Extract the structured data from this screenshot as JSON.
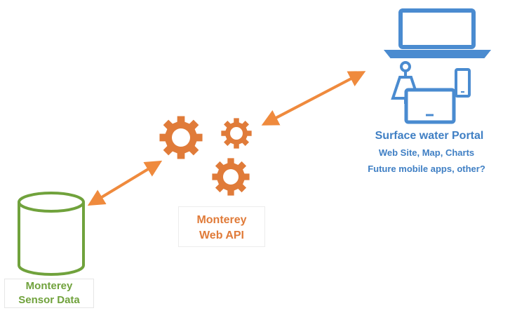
{
  "colors": {
    "database": "#70a23c",
    "api": "#e07b39",
    "portal": "#4a8bd0",
    "arrow": "#ef8a3d"
  },
  "database": {
    "icon": "database-cylinder-icon",
    "label_line1": "Monterey",
    "label_line2": "Sensor Data"
  },
  "api": {
    "icon": "gears-icon",
    "label_line1": "Monterey",
    "label_line2": "Web API"
  },
  "portal": {
    "icons": [
      "laptop-icon",
      "tablet-icon",
      "smartphone-icon",
      "desk-lamp-icon"
    ],
    "title": "Surface water Portal",
    "line1": "Web Site, Map, Charts",
    "line2": "Future mobile apps, other?"
  },
  "connections": [
    {
      "from": "database",
      "to": "api",
      "type": "bidirectional-arrow"
    },
    {
      "from": "api",
      "to": "portal",
      "type": "bidirectional-arrow"
    }
  ]
}
